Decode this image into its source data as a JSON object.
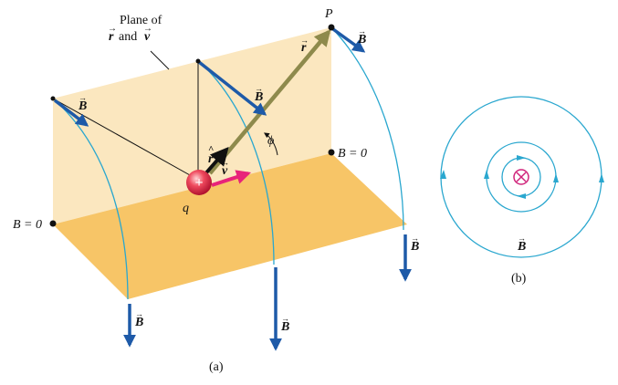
{
  "panel_a": {
    "caption": "(a)",
    "plane_label_line1": "Plane of",
    "plane_label_r": "r",
    "plane_label_and": "and",
    "plane_label_v": "v",
    "point_p": "P",
    "charge_sign": "+",
    "charge_label": "q",
    "r_vec_label": "r",
    "r_hat_label": "r",
    "v_label": "v",
    "phi_label": "ϕ",
    "b_label": "B",
    "b_zero_left": "B = 0",
    "b_zero_right": "B = 0"
  },
  "panel_b": {
    "caption": "(b)",
    "b_label": "B",
    "into_page_symbol": "⊗"
  },
  "colors": {
    "vertical_plane": "#fbe7bf",
    "floor_plane": "#f7c567",
    "field_line": "#2aa7cf",
    "b_arrow": "#1e5aa8",
    "r_arrow": "#8e8a4c",
    "v_arrow": "#e8237a",
    "charge": "#e8304f",
    "into_page": "#d0237a"
  }
}
